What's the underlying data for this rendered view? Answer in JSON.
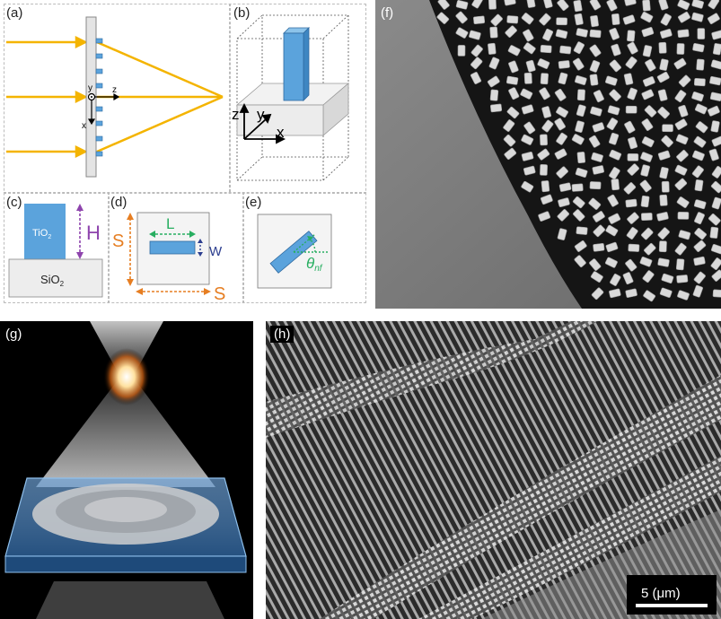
{
  "panels": {
    "a": {
      "label": "(a)",
      "axis_y": "y",
      "axis_z": "z",
      "axis_x": "x"
    },
    "b": {
      "label": "(b)",
      "axis_z": "z",
      "axis_y": "y",
      "axis_x": "x"
    },
    "c": {
      "label": "(c)",
      "top_material": "TiO",
      "top_sub": "2",
      "bottom_material": "SiO",
      "bottom_sub": "2",
      "height_symbol": "H"
    },
    "d": {
      "label": "(d)",
      "length_symbol": "L",
      "width_symbol": "W",
      "period_left": "S",
      "period_bottom": "S"
    },
    "e": {
      "label": "(e)",
      "angle_symbol": "θ",
      "angle_sub": "nf"
    },
    "f": {
      "label": "(f)"
    },
    "g": {
      "label": "(g)"
    },
    "h": {
      "label": "(h)",
      "scale_bar": "5 (μm)"
    }
  },
  "colors": {
    "beam": "#f4b400",
    "pillar": "#5ba3dc",
    "pillar_edge": "#2f6aa0",
    "purple": "#8e44ad",
    "green": "#27ae60",
    "orange": "#e67e22",
    "navy": "#2c3e8f"
  }
}
